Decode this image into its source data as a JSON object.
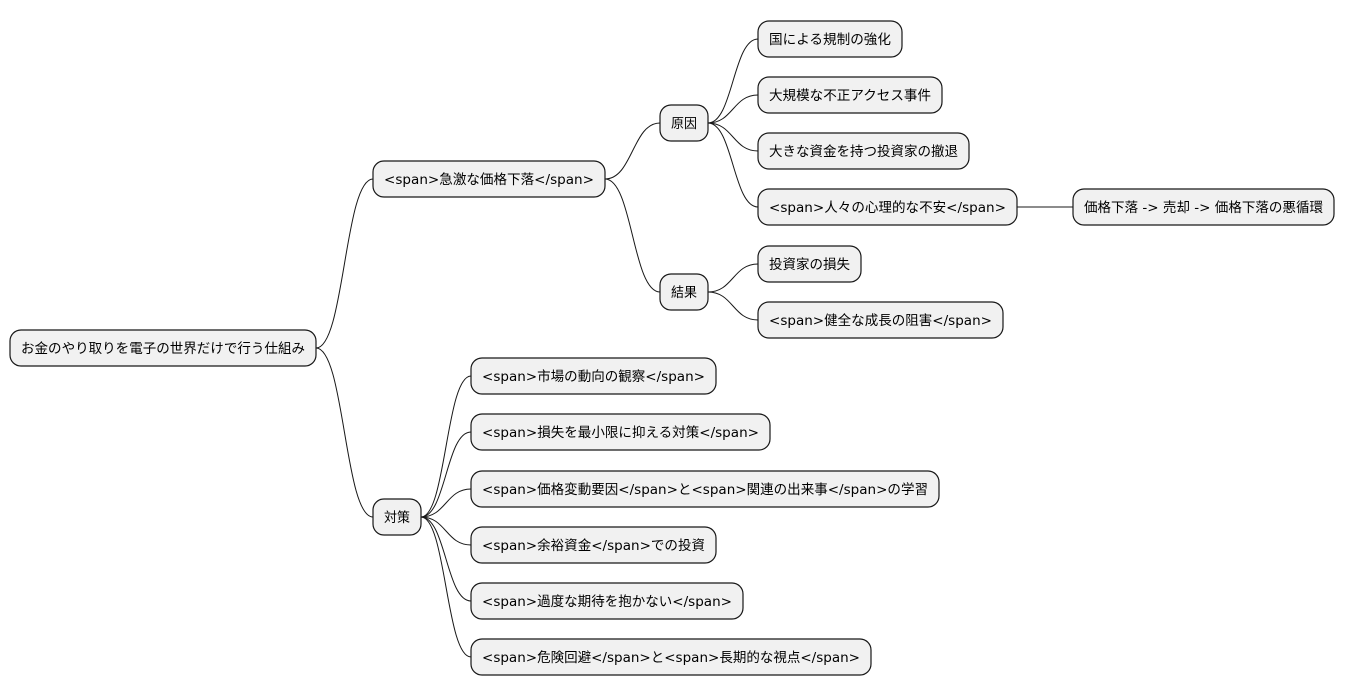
{
  "mindmap": {
    "root": "お金のやり取りを電子の世界だけで行う仕組み",
    "branches": {
      "crash": {
        "label": "<span>急激な価格下落</span>",
        "causes": {
          "label": "原因",
          "items": [
            "国による規制の強化",
            "大規模な不正アクセス事件",
            "大きな資金を持つ投資家の撤退",
            "<span>人々の心理的な不安</span>"
          ],
          "anxiety_detail": "価格下落 -> 売却 -> 価格下落の悪循環"
        },
        "results": {
          "label": "結果",
          "items": [
            "投資家の損失",
            "<span>健全な成長の阻害</span>"
          ]
        }
      },
      "measures": {
        "label": "対策",
        "items": [
          "<span>市場の動向の観察</span>",
          "<span>損失を最小限に抑える対策</span>",
          "<span>価格変動要因</span>と<span>関連の出来事</span>の学習",
          "<span>余裕資金</span>での投資",
          "<span>過度な期待を抱かない</span>",
          "<span>危険回避</span>と<span>長期的な視点</span>"
        ]
      }
    }
  }
}
